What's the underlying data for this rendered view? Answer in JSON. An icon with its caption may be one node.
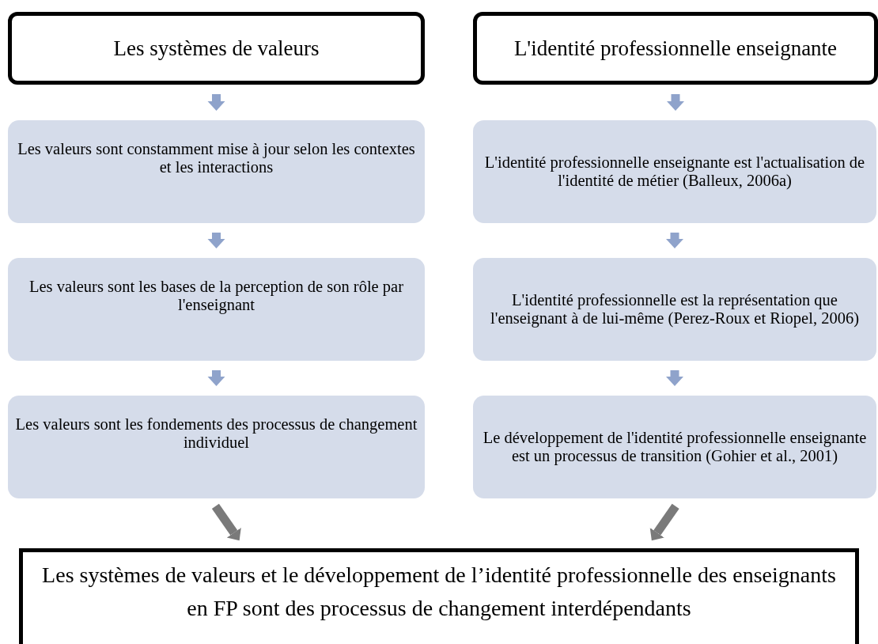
{
  "diagram": {
    "nodes": [
      {
        "text": [
          "Les systèmes de valeurs"
        ]
      },
      {
        "text": [
          "Les valeurs sont constamment mise à jour selon les contextes et les interactions"
        ]
      },
      {
        "text": [
          "Les valeurs sont les bases de la perception de son rôle par l'enseignant"
        ]
      },
      {
        "text": [
          "Les valeurs sont les fondements des processus de changement individuel"
        ]
      },
      {
        "text": [
          "L'identité professionnelle enseignante"
        ]
      },
      {
        "text": [
          "L'identité professionnelle enseignante est l'actualisation de l'identité de métier (Balleux, 2006a)"
        ]
      },
      {
        "text": [
          "L'identité professionnelle est la représentation que l'enseignant à de lui-même (Perez-Roux et Riopel, 2006)"
        ]
      },
      {
        "text": [
          "Le développement de l'identité professionnelle enseignante est un processus de transition (Gohier et al., 2001)"
        ]
      },
      {
        "text": [
          "Les systèmes de valeurs et le développement de l’identité professionnelle des enseignants en FP sont des processus de changement interdépendants"
        ]
      }
    ],
    "edges": [
      {
        "from": 0,
        "to": 1,
        "arrow": "to"
      },
      {
        "from": 1,
        "to": 2,
        "arrow": "to"
      },
      {
        "from": 2,
        "to": 3,
        "arrow": "to"
      },
      {
        "from": 4,
        "to": 5,
        "arrow": "to"
      },
      {
        "from": 5,
        "to": 6,
        "arrow": "to"
      },
      {
        "from": 6,
        "to": 7,
        "arrow": "to"
      },
      {
        "from": 3,
        "to": 8,
        "arrow": "to",
        "color": "#7a7a7a"
      },
      {
        "from": 7,
        "to": 8,
        "arrow": "to",
        "color": "#7a7a7a"
      }
    ]
  }
}
